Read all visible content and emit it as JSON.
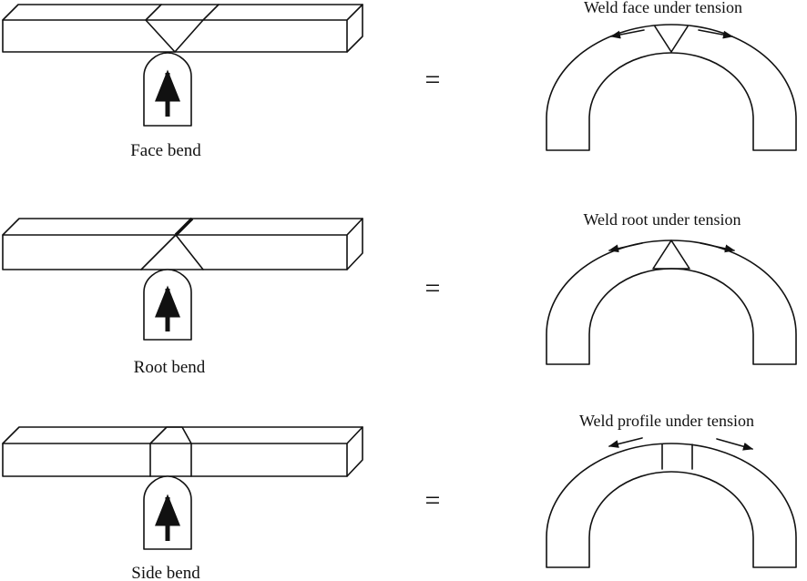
{
  "rows": [
    {
      "specimen_label": "Face bend",
      "equals": "=",
      "tension_label": "Weld face under tension"
    },
    {
      "specimen_label": "Root bend",
      "equals": "=",
      "tension_label": "Weld root under tension"
    },
    {
      "specimen_label": "Side bend",
      "equals": "=",
      "tension_label": "Weld profile under tension"
    }
  ],
  "icons": {
    "plunger": "plunger-arrow-icon",
    "tension_arrows": "tension-arrows-icon"
  },
  "colors": {
    "line": "#111111",
    "background": "#ffffff"
  }
}
